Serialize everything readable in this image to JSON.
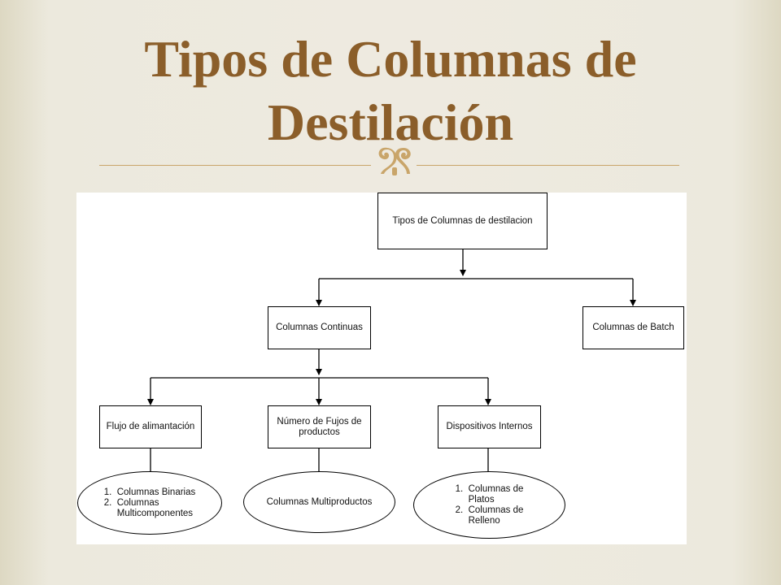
{
  "slide": {
    "title_line1": "Tipos de Columnas de",
    "title_line2": "Destilación",
    "accent_color": "#8b5e2a",
    "ornament_icon": "fleur-ornament-icon"
  },
  "diagram": {
    "root": "Tipos de Columnas de destilacion",
    "continuous": "Columnas Continuas",
    "batch": "Columnas de Batch",
    "feed": "Flujo de alimantación",
    "products": "Número de Fujos de productos",
    "internals": "Dispositivos Internos",
    "feed_result": [
      {
        "n": "1.",
        "t": "Columnas Binarias"
      },
      {
        "n": "2.",
        "t": "Columnas\nMulticomponentes"
      }
    ],
    "products_result": "Columnas Multiproductos",
    "internals_result": [
      {
        "n": "1.",
        "t": "Columnas de\nPlatos"
      },
      {
        "n": "2.",
        "t": "Columnas de\nRelleno"
      }
    ]
  }
}
